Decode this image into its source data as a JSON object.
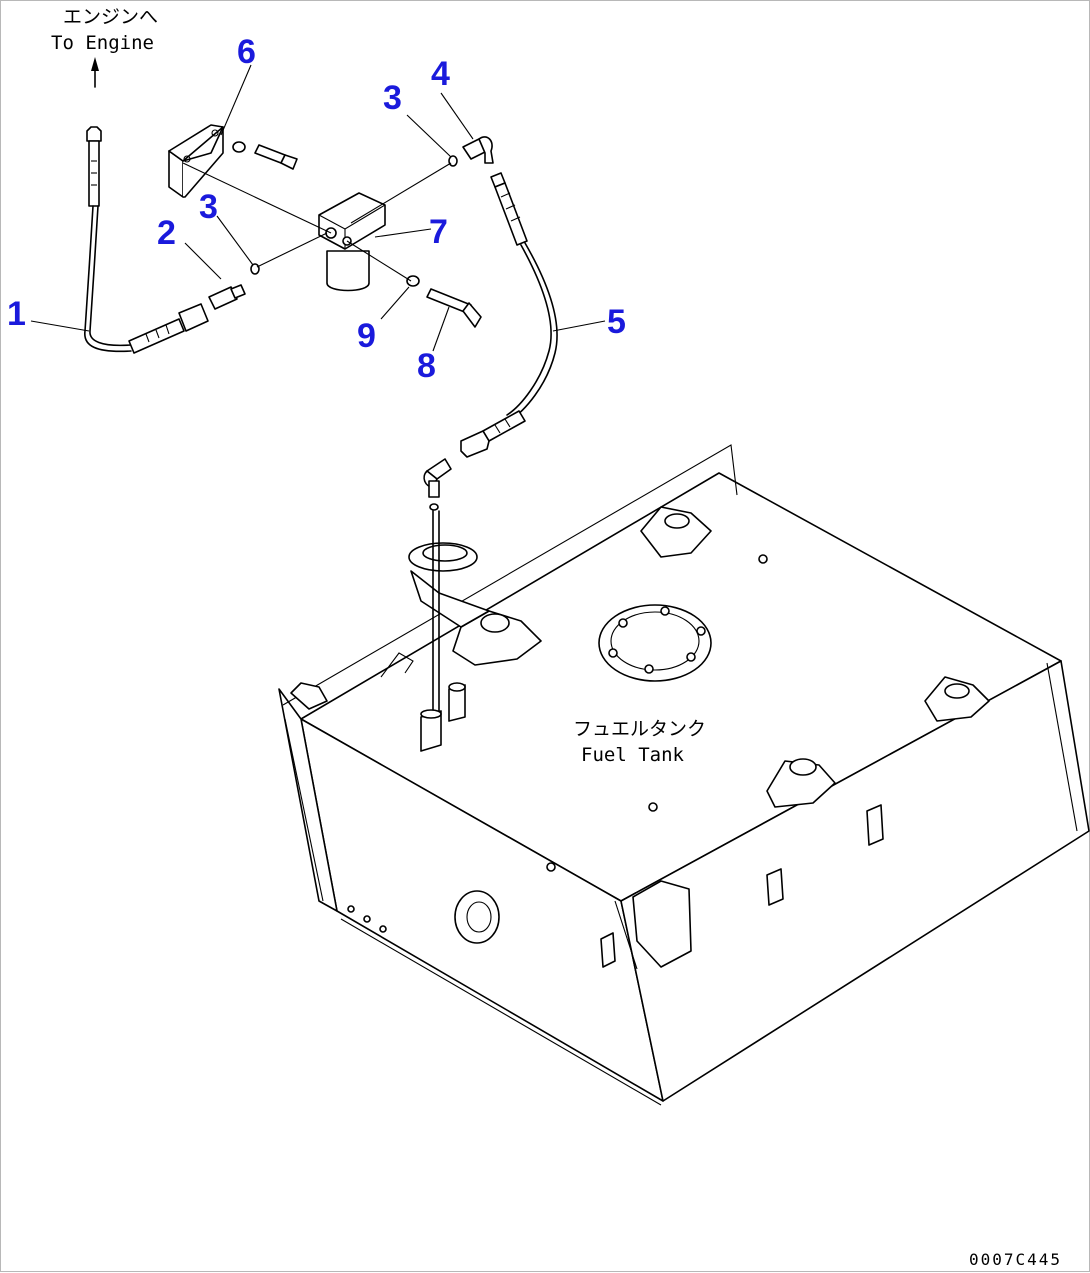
{
  "labels": {
    "engine_jp": "エンジンへ",
    "engine_en": "To Engine",
    "tank_jp": "フュエルタンク",
    "tank_en": "Fuel Tank",
    "figure_ref": "0007C445"
  },
  "callouts": [
    "1",
    "2",
    "3",
    "3",
    "4",
    "5",
    "6",
    "7",
    "8",
    "9"
  ],
  "colors": {
    "callout": "#1a1adc",
    "line": "#000000",
    "background": "#ffffff"
  }
}
